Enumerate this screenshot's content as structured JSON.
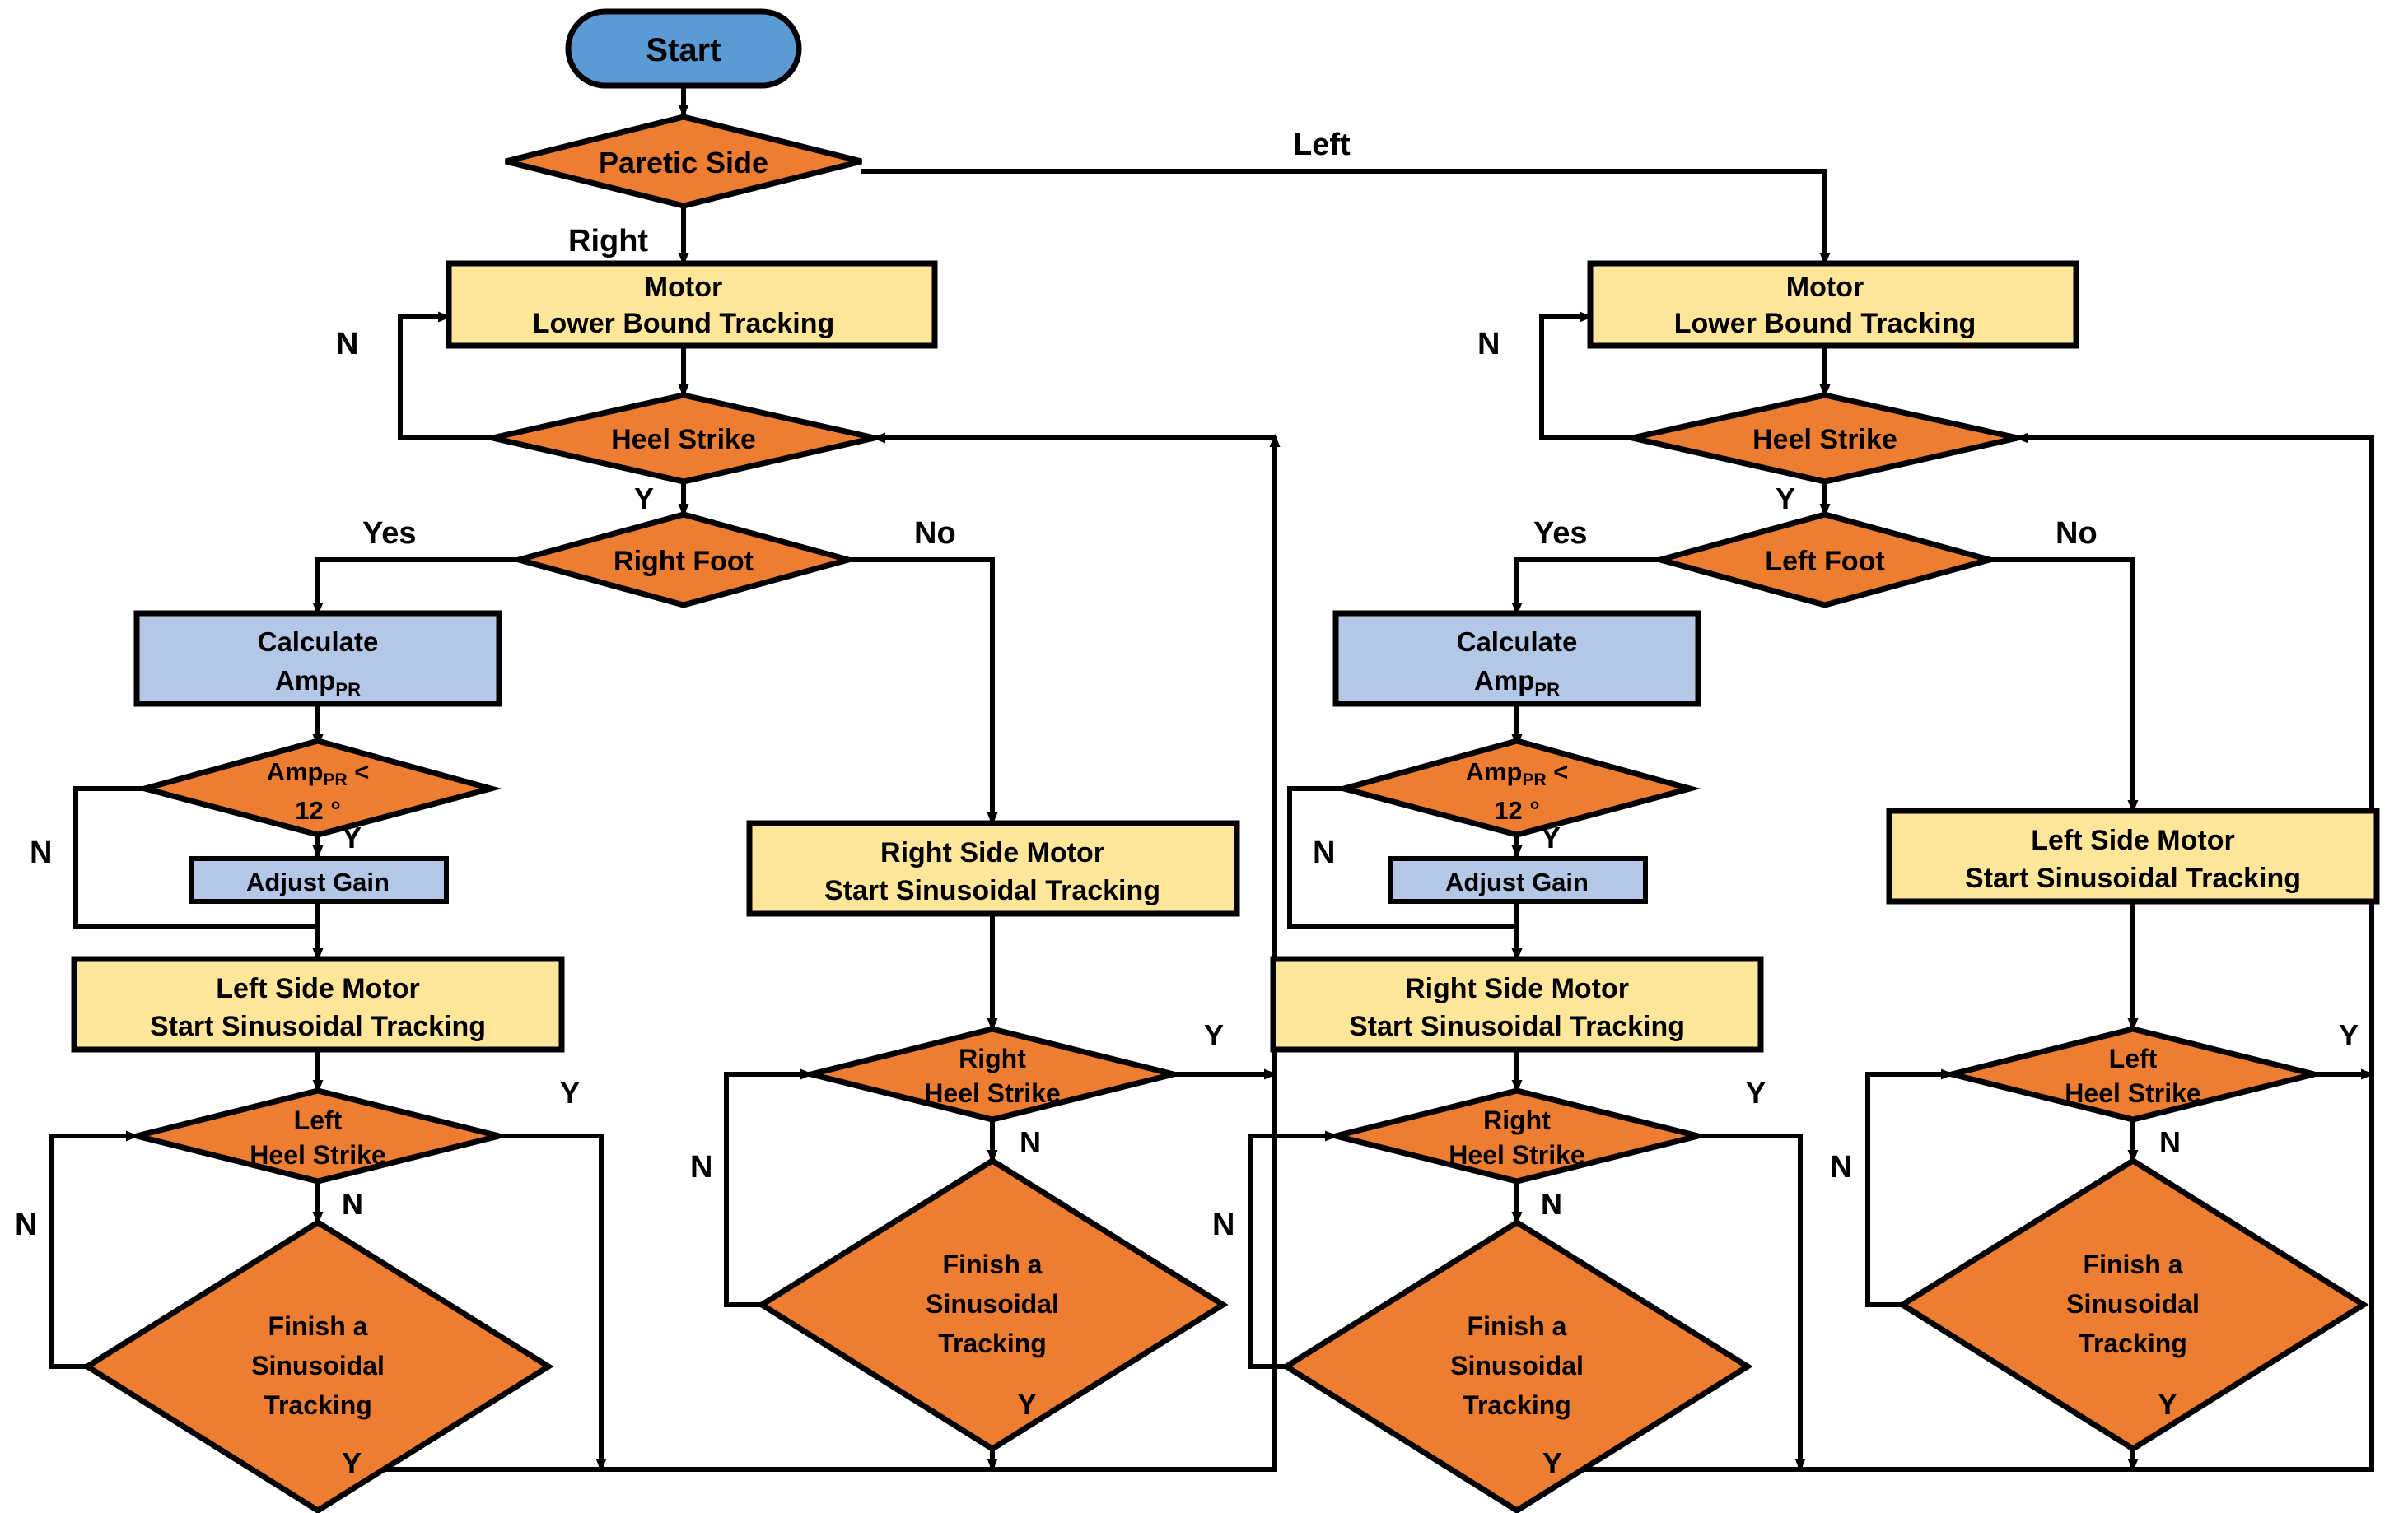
{
  "diagram": {
    "title": "Paretic Side Gait Control Flowchart",
    "colors": {
      "start_fill": "#5B9BD5",
      "decision_fill": "#ED7D31",
      "process_yellow_fill": "#FFE699",
      "process_blue_fill": "#B4C7E7",
      "stroke": "#000000",
      "background": "#FFFFFF"
    },
    "nodes": {
      "start": "Start",
      "paretic_side": "Paretic Side",
      "motor_lower_bound_1": "Motor",
      "motor_lower_bound_2": "Lower Bound Tracking",
      "heel_strike": "Heel Strike",
      "right_foot": "Right Foot",
      "left_foot": "Left Foot",
      "calculate_1": "Calculate",
      "calculate_2": "Amp",
      "calculate_2_sub": "PR",
      "amp_cmp_1": "Amp",
      "amp_cmp_1_sub": "PR",
      "amp_cmp_1_op": " <",
      "amp_cmp_2": "12 °",
      "adjust_gain": "Adjust Gain",
      "left_side_motor_1": "Left Side Motor",
      "left_side_motor_2": "Start Sinusoidal Tracking",
      "right_side_motor_1": "Right Side Motor",
      "right_side_motor_2": "Start Sinusoidal Tracking",
      "left_heel_strike_1": "Left",
      "left_heel_strike_2": "Heel Strike",
      "right_heel_strike_1": "Right",
      "right_heel_strike_2": "Heel Strike",
      "finish_sin_1": "Finish a",
      "finish_sin_2": "Sinusoidal",
      "finish_sin_3": "Tracking"
    },
    "edge_labels": {
      "left": "Left",
      "right": "Right",
      "yes": "Yes",
      "no": "No",
      "y": "Y",
      "n": "N"
    }
  },
  "chart_data": {
    "type": "diagram",
    "flow": [
      {
        "from": "Start",
        "to": "Paretic Side",
        "label": ""
      },
      {
        "from": "Paretic Side",
        "to": "Motor Lower Bound Tracking (right branch)",
        "label": "Right"
      },
      {
        "from": "Paretic Side",
        "to": "Motor Lower Bound Tracking (left branch)",
        "label": "Left"
      },
      {
        "from": "Motor Lower Bound Tracking",
        "to": "Heel Strike",
        "label": ""
      },
      {
        "from": "Heel Strike",
        "to": "Motor Lower Bound Tracking",
        "label": "N"
      },
      {
        "from": "Heel Strike",
        "to": "Right Foot",
        "label": "Y"
      },
      {
        "from": "Right Foot",
        "to": "Calculate AmpPR",
        "label": "Yes"
      },
      {
        "from": "Right Foot",
        "to": "Right Side Motor Start Sinusoidal Tracking",
        "label": "No"
      },
      {
        "from": "Calculate AmpPR",
        "to": "AmpPR < 12 °",
        "label": ""
      },
      {
        "from": "AmpPR < 12 °",
        "to": "Adjust Gain",
        "label": "Y"
      },
      {
        "from": "AmpPR < 12 °",
        "to": "Left Side Motor Start Sinusoidal Tracking",
        "label": "N"
      },
      {
        "from": "Adjust Gain",
        "to": "Left Side Motor Start Sinusoidal Tracking",
        "label": ""
      },
      {
        "from": "Left Side Motor Start Sinusoidal Tracking",
        "to": "Left Heel Strike",
        "label": ""
      },
      {
        "from": "Left Heel Strike",
        "to": "Finish a Sinusoidal Tracking",
        "label": "N"
      },
      {
        "from": "Left Heel Strike",
        "to": "Heel Strike",
        "label": "Y"
      },
      {
        "from": "Finish a Sinusoidal Tracking",
        "to": "Left Heel Strike",
        "label": "N"
      },
      {
        "from": "Finish a Sinusoidal Tracking",
        "to": "Heel Strike",
        "label": "Y"
      },
      {
        "from": "Left Foot",
        "to": "Calculate AmpPR",
        "label": "Yes"
      },
      {
        "from": "Left Foot",
        "to": "Left Side Motor Start Sinusoidal Tracking",
        "label": "No"
      },
      {
        "from": "AmpPR < 12 °",
        "to": "Right Side Motor Start Sinusoidal Tracking",
        "label": "N"
      },
      {
        "from": "Right Side Motor Start Sinusoidal Tracking",
        "to": "Right Heel Strike",
        "label": ""
      },
      {
        "from": "Right Heel Strike",
        "to": "Finish a Sinusoidal Tracking",
        "label": "N"
      },
      {
        "from": "Right Heel Strike",
        "to": "Heel Strike",
        "label": "Y"
      }
    ]
  }
}
